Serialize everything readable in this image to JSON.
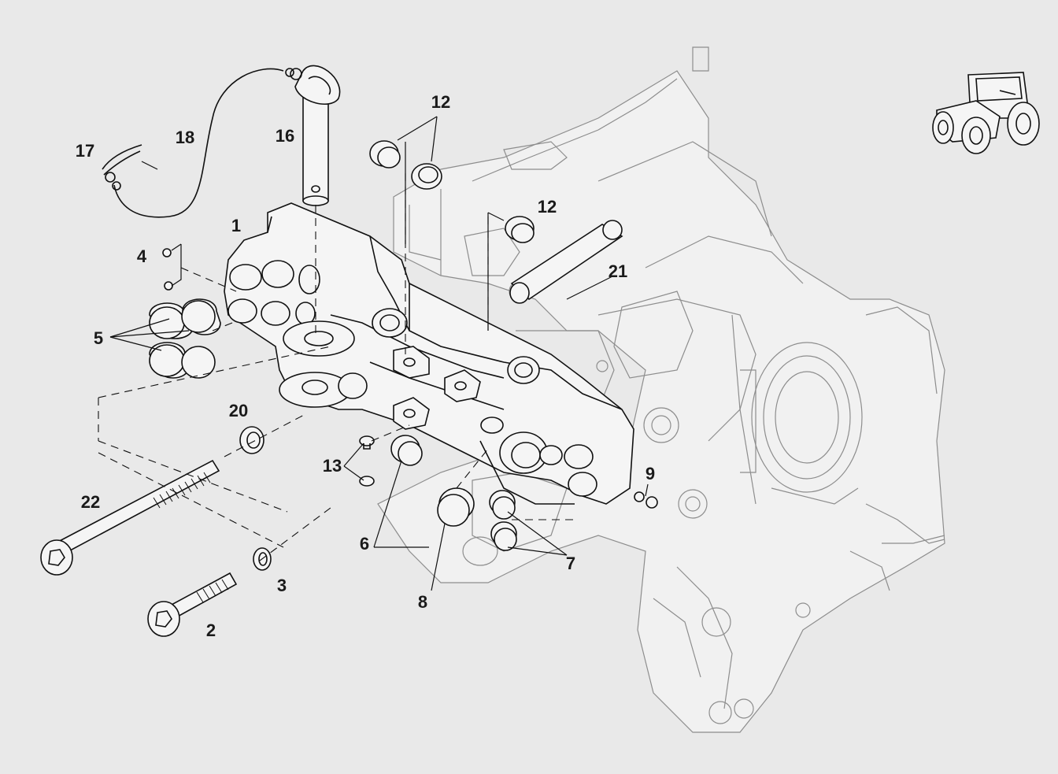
{
  "diagram": {
    "callouts": [
      {
        "id": "c1",
        "label": "1"
      },
      {
        "id": "c2",
        "label": "2"
      },
      {
        "id": "c3",
        "label": "3"
      },
      {
        "id": "c4",
        "label": "4"
      },
      {
        "id": "c5",
        "label": "5"
      },
      {
        "id": "c6",
        "label": "6"
      },
      {
        "id": "c7",
        "label": "7"
      },
      {
        "id": "c8",
        "label": "8"
      },
      {
        "id": "c9",
        "label": "9"
      },
      {
        "id": "c12a",
        "label": "12"
      },
      {
        "id": "c12b",
        "label": "12"
      },
      {
        "id": "c13",
        "label": "13"
      },
      {
        "id": "c16",
        "label": "16"
      },
      {
        "id": "c17",
        "label": "17"
      },
      {
        "id": "c18",
        "label": "18"
      },
      {
        "id": "c20",
        "label": "20"
      },
      {
        "id": "c21",
        "label": "21"
      },
      {
        "id": "c22",
        "label": "22"
      }
    ]
  }
}
